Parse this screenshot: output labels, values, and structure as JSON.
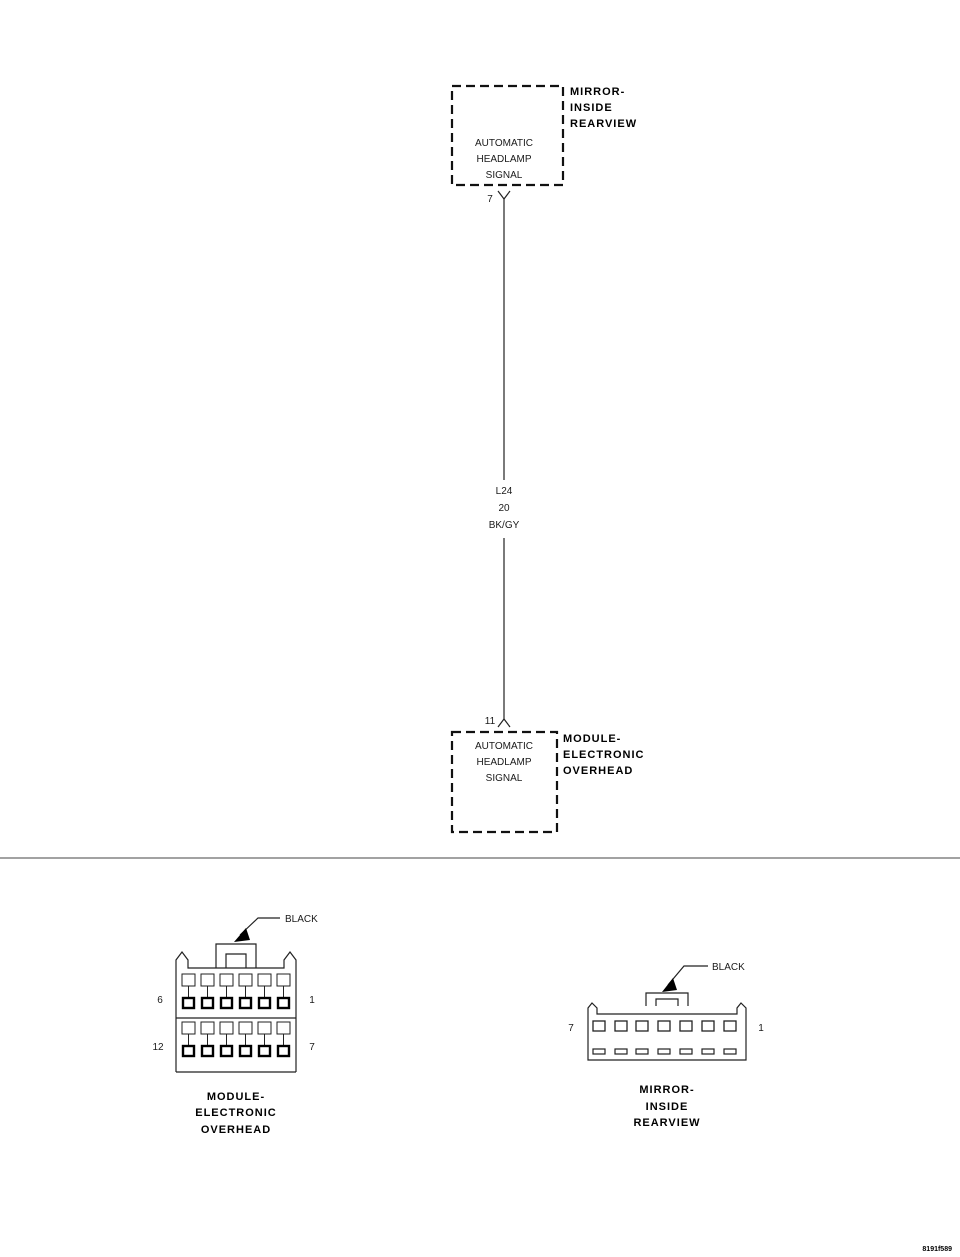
{
  "top_component": {
    "name_lines": [
      "MIRROR-",
      "INSIDE",
      "REARVIEW"
    ],
    "function_lines": [
      "AUTOMATIC",
      "HEADLAMP",
      "SIGNAL"
    ],
    "pin": "7"
  },
  "wire": {
    "circuit": "L24",
    "gauge": "20",
    "color": "BK/GY"
  },
  "bottom_component": {
    "name_lines": [
      "MODULE-",
      "ELECTRONIC",
      "OVERHEAD"
    ],
    "function_lines": [
      "AUTOMATIC",
      "HEADLAMP",
      "SIGNAL"
    ],
    "pin": "11"
  },
  "connector_left": {
    "color_label": "BLACK",
    "pin_labels": [
      "6",
      "1",
      "12",
      "7"
    ],
    "name_lines": [
      "MODULE-",
      "ELECTRONIC",
      "OVERHEAD"
    ]
  },
  "connector_right": {
    "color_label": "BLACK",
    "pin_labels": [
      "7",
      "1"
    ],
    "name_lines": [
      "MIRROR-",
      "INSIDE",
      "REARVIEW"
    ]
  },
  "figure_id": "8191f589"
}
